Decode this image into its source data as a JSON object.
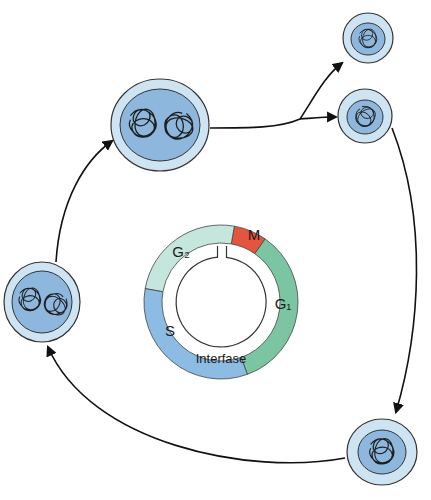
{
  "diagram": {
    "nodes": [
      {
        "text": [
          "M"
        ]
      },
      {
        "text": [
          "G₂"
        ]
      },
      {
        "text": [
          "G₁"
        ]
      },
      {
        "text": [
          "S"
        ]
      }
    ],
    "labels": [
      "Interfase"
    ]
  }
}
